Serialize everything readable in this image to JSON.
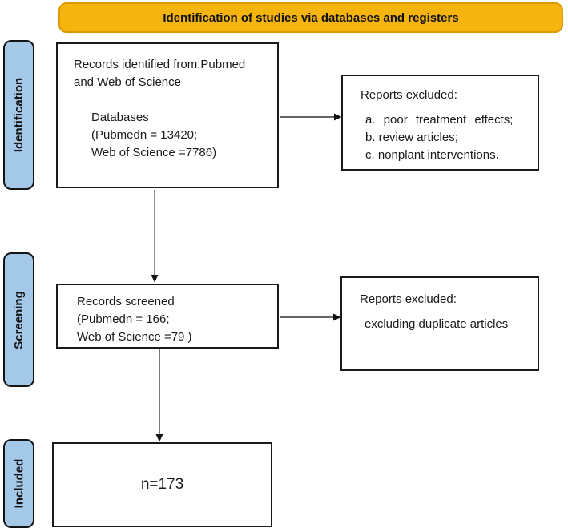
{
  "banner": {
    "title": "Identification of studies via databases and registers"
  },
  "stages": [
    {
      "label": "Identification"
    },
    {
      "label": "Screening"
    },
    {
      "label": "Included"
    }
  ],
  "boxes": {
    "identified": {
      "lines": [
        "Records identified from:Pubmed",
        "and Web of Science",
        "Databases",
        "(Pubmedn = 13420;",
        "Web of Science =7786)"
      ]
    },
    "excluded_top": {
      "title": "Reports excluded:",
      "items": [
        "a. poor treatment effects;",
        "b. review articles;",
        "c. nonplant interventions."
      ]
    },
    "screened": {
      "lines": [
        "Records screened",
        "(Pubmedn = 166;",
        "Web of Science =79 )"
      ]
    },
    "excluded_mid": {
      "title": "Reports excluded:",
      "items": [
        "excluding duplicate articles"
      ]
    },
    "included": {
      "label": "n=173"
    }
  },
  "colors": {
    "banner_fill": "#F6B40F",
    "banner_border": "#DB9B00",
    "stage_fill": "#A4C8E8",
    "box_border": "#1A1A1A",
    "arrow": "#333333"
  }
}
